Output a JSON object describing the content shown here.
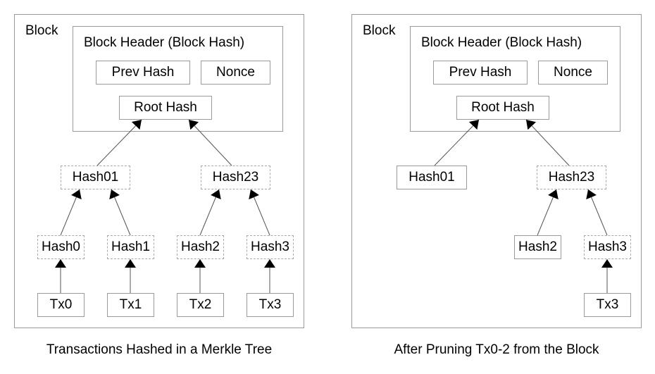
{
  "left": {
    "block_label": "Block",
    "header_title": "Block Header (Block Hash)",
    "prev_hash": "Prev Hash",
    "nonce": "Nonce",
    "root_hash": "Root Hash",
    "hash01": "Hash01",
    "hash23": "Hash23",
    "hash0": "Hash0",
    "hash1": "Hash1",
    "hash2": "Hash2",
    "hash3": "Hash3",
    "tx0": "Tx0",
    "tx1": "Tx1",
    "tx2": "Tx2",
    "tx3": "Tx3",
    "caption": "Transactions Hashed in a Merkle Tree"
  },
  "right": {
    "block_label": "Block",
    "header_title": "Block Header (Block Hash)",
    "prev_hash": "Prev Hash",
    "nonce": "Nonce",
    "root_hash": "Root Hash",
    "hash01": "Hash01",
    "hash23": "Hash23",
    "hash2": "Hash2",
    "hash3": "Hash3",
    "tx3": "Tx3",
    "caption": "After Pruning Tx0-2 from the Block"
  }
}
